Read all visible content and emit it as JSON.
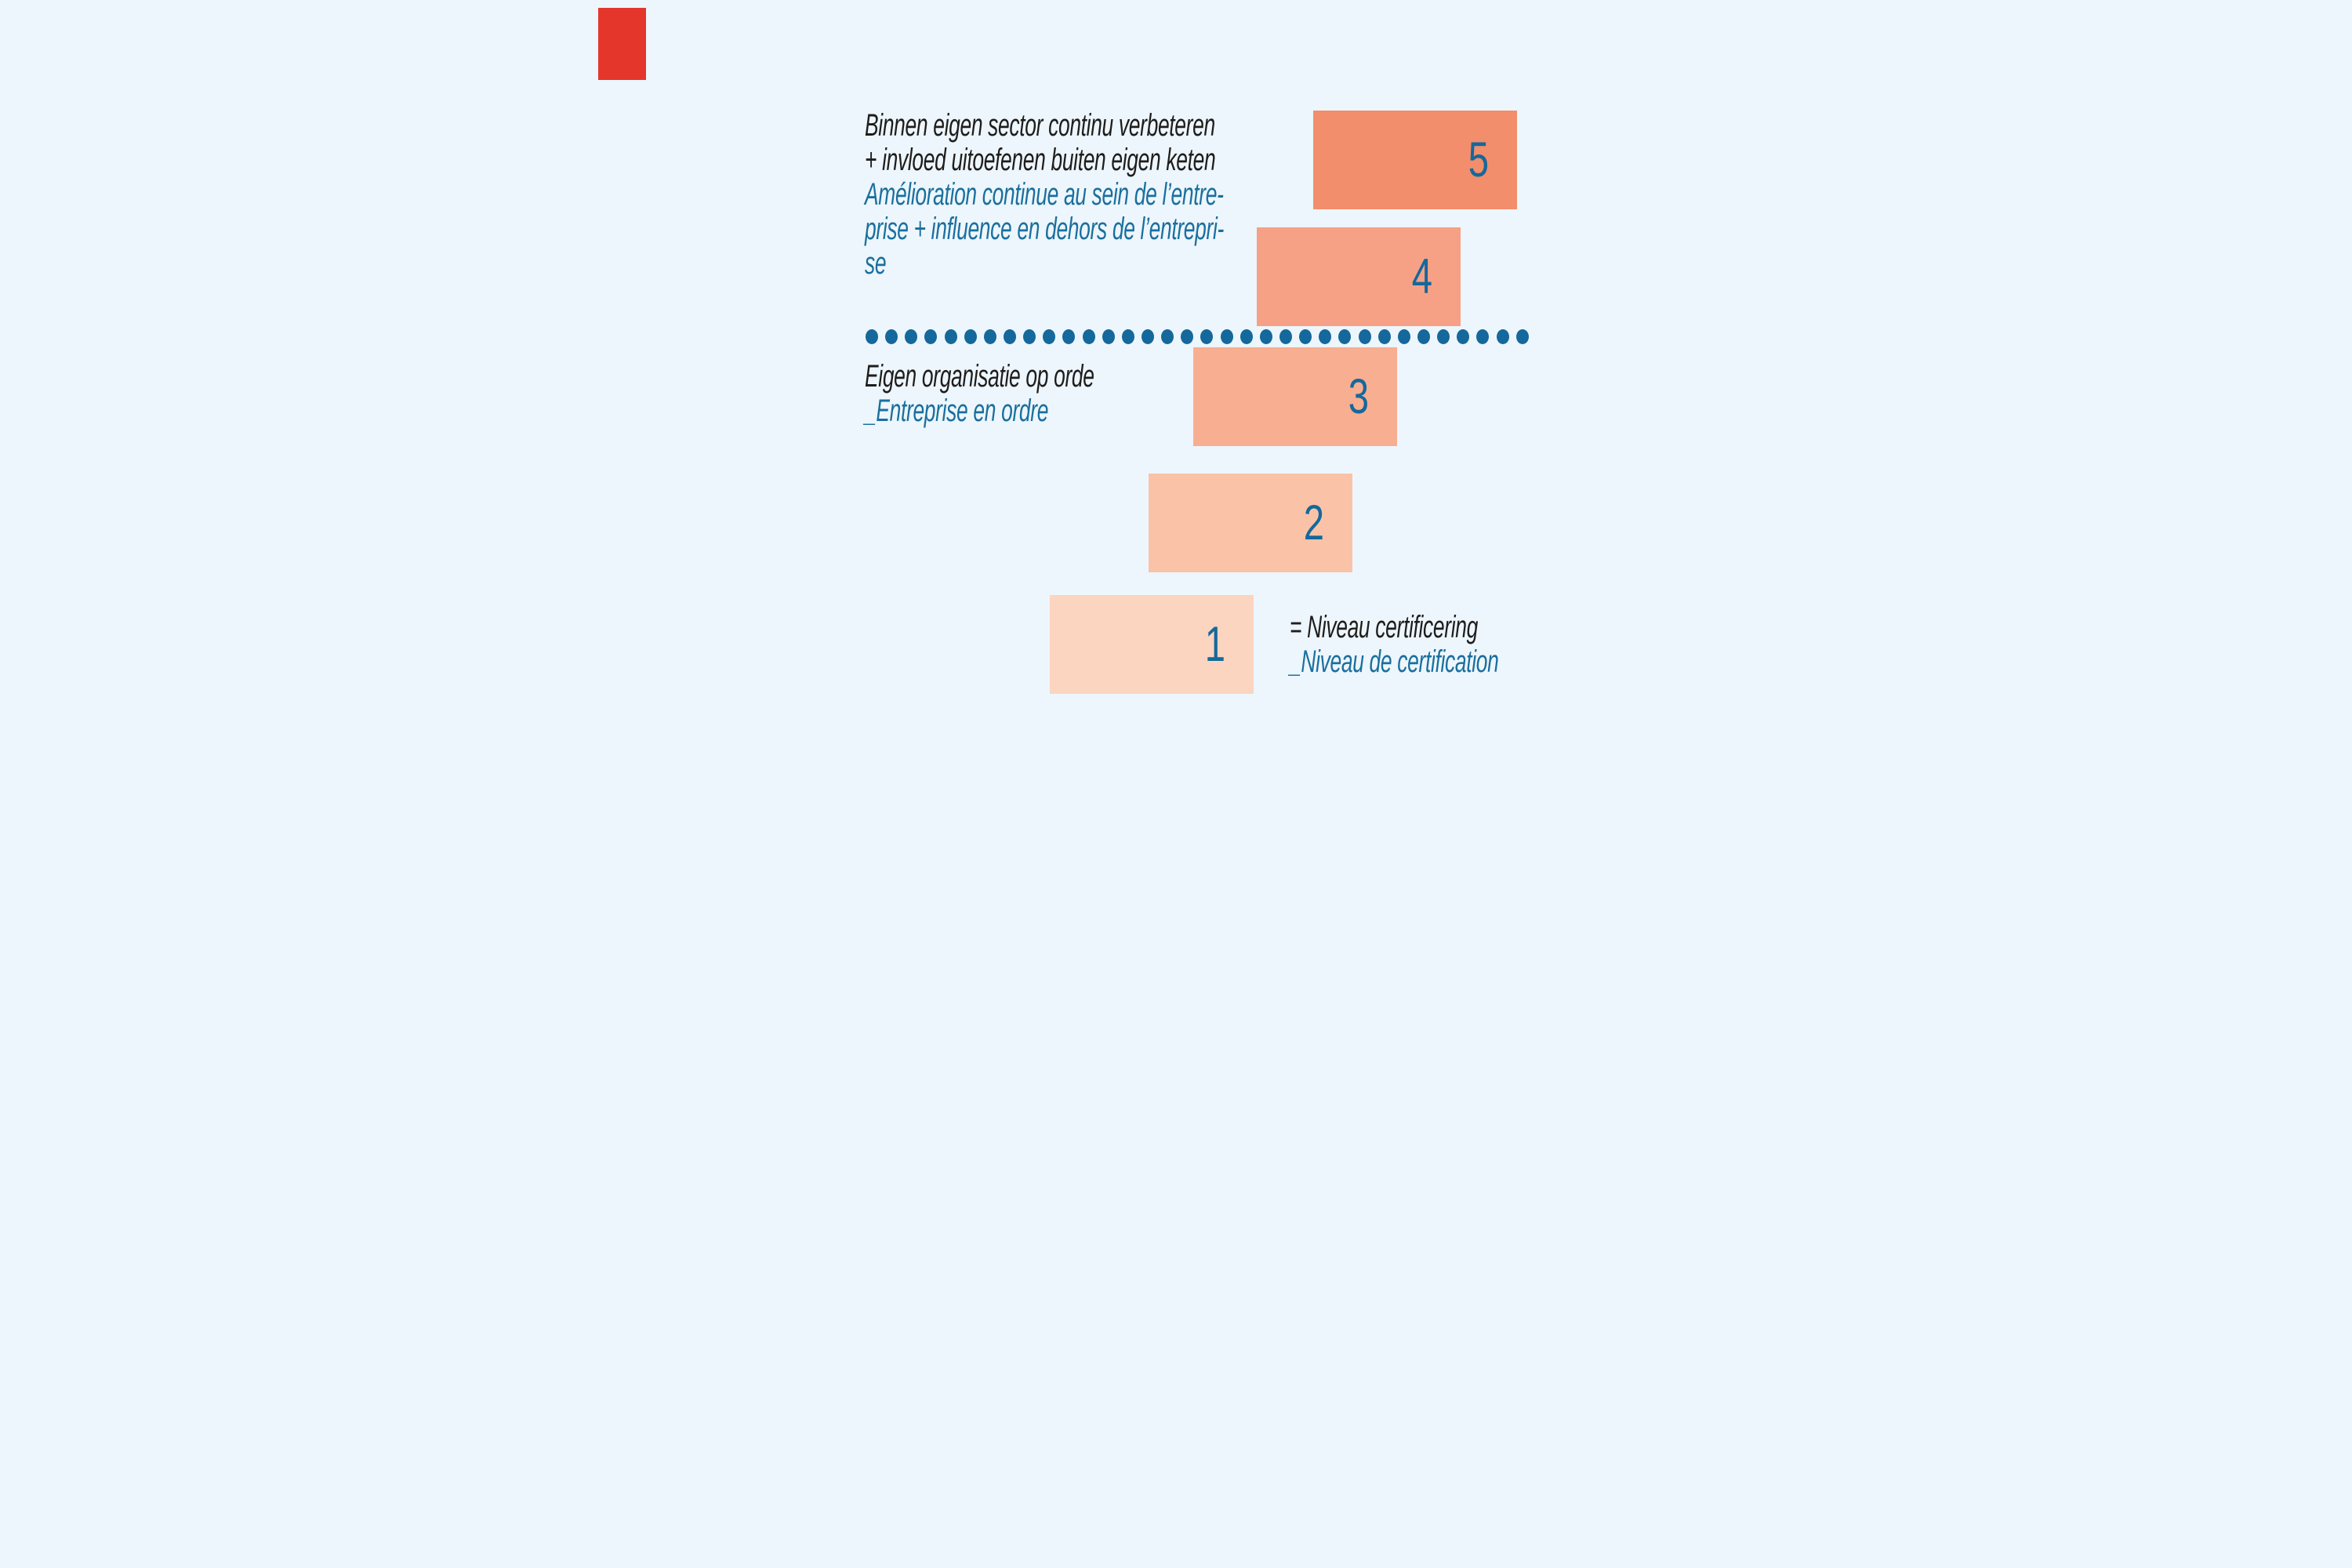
{
  "colors": {
    "background": "#edf6fc",
    "text_dark": "#1f1d1c",
    "text_teal": "#1a6f9e",
    "number_teal": "#15689b",
    "dot_teal": "#15689b",
    "corner_red": "#e5362b"
  },
  "levels": [
    {
      "number": "5",
      "color": "#f28e6b"
    },
    {
      "number": "4",
      "color": "#f6a185"
    },
    {
      "number": "3",
      "color": "#f8ae90"
    },
    {
      "number": "2",
      "color": "#fac3a8"
    },
    {
      "number": "1",
      "color": "#fbd5bf"
    }
  ],
  "divider": {
    "dot_count": 34
  },
  "text_blocks": {
    "top": {
      "lines": [
        {
          "text": "Binnen eigen sector continu verbeteren",
          "lang": "nl"
        },
        {
          "text": "+ invloed uitoefenen buiten eigen keten",
          "lang": "nl"
        },
        {
          "text": "Amélioration continue au sein de l’entre-",
          "lang": "fr"
        },
        {
          "text": "prise + influence en dehors de l’entrepri-",
          "lang": "fr"
        },
        {
          "text": "se",
          "lang": "fr"
        }
      ]
    },
    "middle": {
      "lines": [
        {
          "text": "Eigen organisatie op orde",
          "lang": "nl"
        },
        {
          "text": "_Entreprise en ordre",
          "lang": "fr"
        }
      ]
    },
    "legend": {
      "lines": [
        {
          "text": "= Niveau certificering",
          "lang": "nl"
        },
        {
          "text": "_Niveau de certification",
          "lang": "fr"
        }
      ]
    }
  }
}
